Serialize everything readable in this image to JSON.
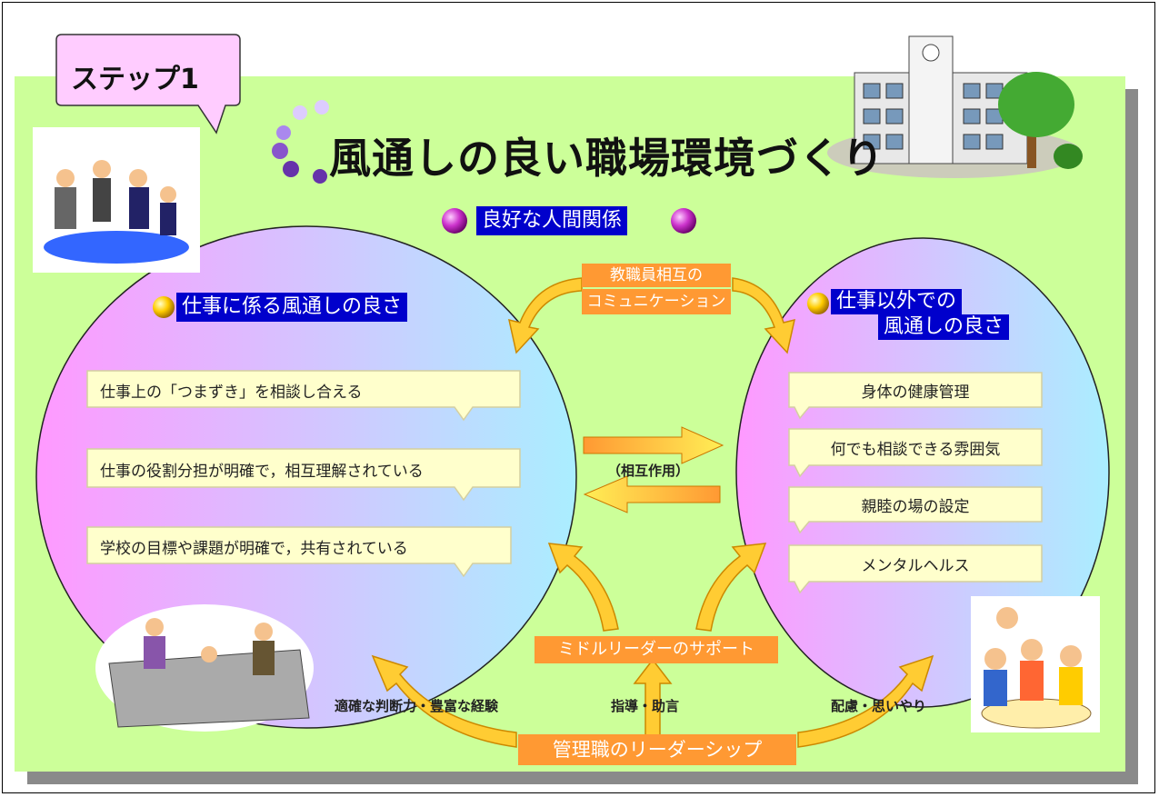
{
  "step_label": "ステップ1",
  "title": "風通しの良い職場環境づくり",
  "top_label": "良好な人間関係",
  "left_circle": {
    "heading": "仕事に係る風通しの良さ",
    "items": [
      "仕事上の「つまずき」を相談し合える",
      "仕事の役割分担が明確で，相互理解されている",
      "学校の目標や課題が明確で，共有されている"
    ]
  },
  "right_circle": {
    "heading_line1": "仕事以外での",
    "heading_line2": "風通しの良さ",
    "items": [
      "身体の健康管理",
      "何でも相談できる雰囲気",
      "親睦の場の設定",
      "メンタルヘルス"
    ]
  },
  "communication_label_line1": "教職員相互の",
  "communication_label_line2": "コミュニケーション",
  "interaction_label": "（相互作用）",
  "middle_leader_label": "ミドルリーダーのサポート",
  "management_label": "管理職のリーダーシップ",
  "left_bottom_text": "適確な判断力・豊富な経験",
  "center_bottom_text": "指導・助言",
  "right_bottom_text": "配慮・思いやり",
  "colors": {
    "panel": "#ccff99",
    "blue_label": "#0000cc",
    "orange_label": "#ff9933",
    "callout": "#ffffcc",
    "arrow_fill": "#ffcc33"
  }
}
